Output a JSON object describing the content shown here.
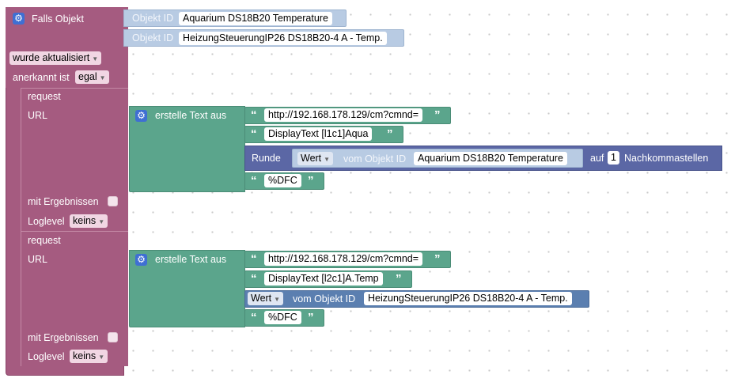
{
  "trigger": {
    "label": "Falls Objekt",
    "objects": [
      {
        "prefix": "Objekt ID",
        "value": "Aquarium DS18B20  Temperature"
      },
      {
        "prefix": "Objekt ID",
        "value": "HeizungSteuerungIP26 DS18B20-4  A - Temp."
      }
    ],
    "event_dropdown": "wurde aktualisiert",
    "ack_label": "anerkannt ist",
    "ack_dropdown": "egal"
  },
  "requests": [
    {
      "title": "request",
      "url_label": "URL",
      "text_block_label": "erstelle Text aus",
      "strings": [
        "http://192.168.178.129/cm?cmnd=",
        "DisplayText [l1c1]Aqua",
        "%DFC"
      ],
      "round": {
        "label": "Runde",
        "value_dropdown": "Wert",
        "from_object_label": "vom Objekt ID",
        "object_value": "Aquarium DS18B20  Temperature",
        "auf_label": "auf",
        "decimals": "1",
        "decimals_label": "Nachkommastellen"
      },
      "results_label": "mit Ergebnissen",
      "loglevel_label": "Loglevel",
      "loglevel_value": "keins"
    },
    {
      "title": "request",
      "url_label": "URL",
      "text_block_label": "erstelle Text aus",
      "strings": [
        "http://192.168.178.129/cm?cmnd=",
        "DisplayText [l2c1]A.Temp",
        "%DFC"
      ],
      "value_block": {
        "value_dropdown": "Wert",
        "from_object_label": "vom Objekt ID",
        "object_value": "HeizungSteuerungIP26 DS18B20-4  A - Temp."
      },
      "results_label": "mit Ergebnissen",
      "loglevel_label": "Loglevel",
      "loglevel_value": "keins"
    }
  ],
  "icons": {
    "gear": "gear-icon",
    "quote_open": "“",
    "quote_close": "”",
    "dropdown": "▼"
  },
  "colors": {
    "trigger": "#a55b80",
    "text": "#5ba58c",
    "object": "#b8cbe3",
    "round": "#5b67a5",
    "gear": "#3f6fd3"
  }
}
